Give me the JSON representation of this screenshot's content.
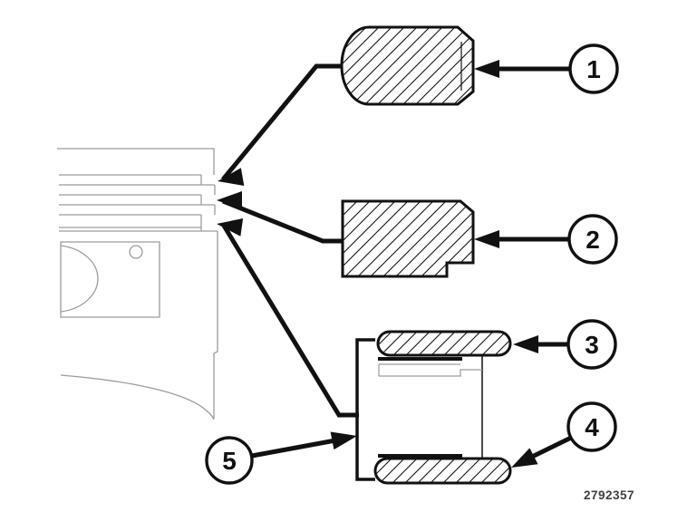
{
  "diagram": {
    "part_number": "2792357",
    "callouts": [
      {
        "label": "1"
      },
      {
        "label": "2"
      },
      {
        "label": "3"
      },
      {
        "label": "4"
      },
      {
        "label": "5"
      }
    ],
    "colors": {
      "ink": "#111111",
      "piston_outline": "#9c9c9c",
      "background": "#ffffff"
    }
  }
}
